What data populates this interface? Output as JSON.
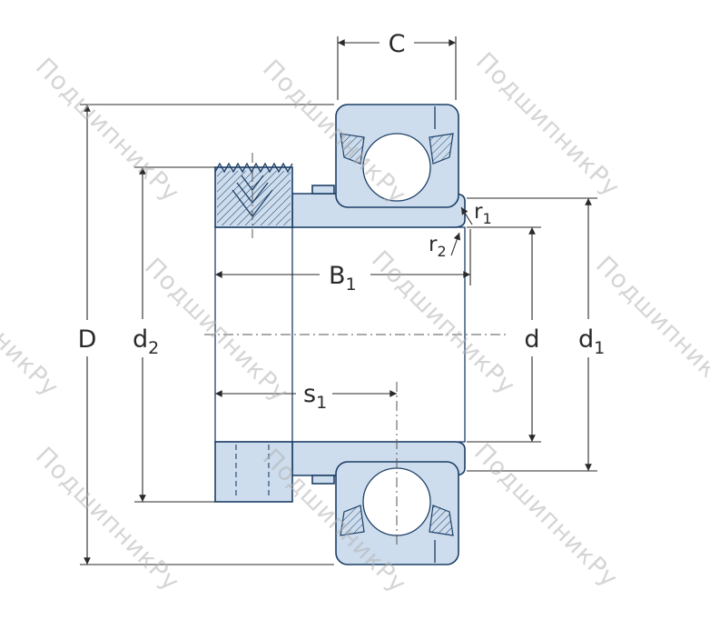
{
  "watermark": {
    "text": "ПодшипникРу"
  },
  "labels": {
    "C": {
      "base": "C",
      "sub": ""
    },
    "D": {
      "base": "D",
      "sub": ""
    },
    "d2": {
      "base": "d",
      "sub": "2"
    },
    "B1": {
      "base": "B",
      "sub": "1"
    },
    "s1": {
      "base": "s",
      "sub": "1"
    },
    "d": {
      "base": "d",
      "sub": ""
    },
    "d1": {
      "base": "d",
      "sub": "1"
    },
    "r1": {
      "base": "r",
      "sub": "1"
    },
    "r2": {
      "base": "r",
      "sub": "2"
    }
  },
  "colors": {
    "part-fill": "#cddded",
    "part-outline": "#1d3f66",
    "dimension": "#2a2a2a",
    "watermark": "#b3b3b3",
    "background": "#ffffff"
  }
}
